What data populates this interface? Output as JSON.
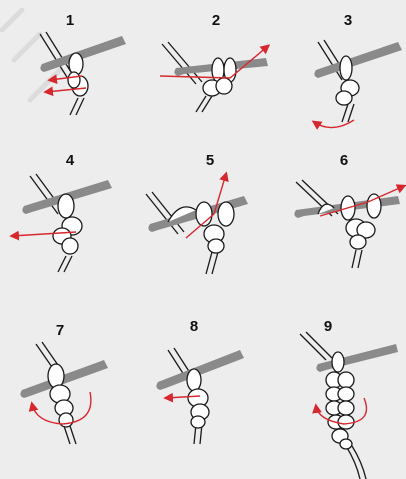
{
  "steps": [
    {
      "number": "1"
    },
    {
      "number": "2"
    },
    {
      "number": "3"
    },
    {
      "number": "4"
    },
    {
      "number": "5"
    },
    {
      "number": "6"
    },
    {
      "number": "7"
    },
    {
      "number": "8"
    },
    {
      "number": "9"
    }
  ],
  "colors": {
    "background": "#ededed",
    "hook": "#8a8a8a",
    "yarn_outline": "#1a1a1a",
    "yarn_fill": "#ffffff",
    "arrow": "#d8282f",
    "watermark": "#d9d9d9"
  },
  "icons": {
    "hook": "crochet-hook-icon",
    "arrow": "red-direction-arrow-icon"
  }
}
